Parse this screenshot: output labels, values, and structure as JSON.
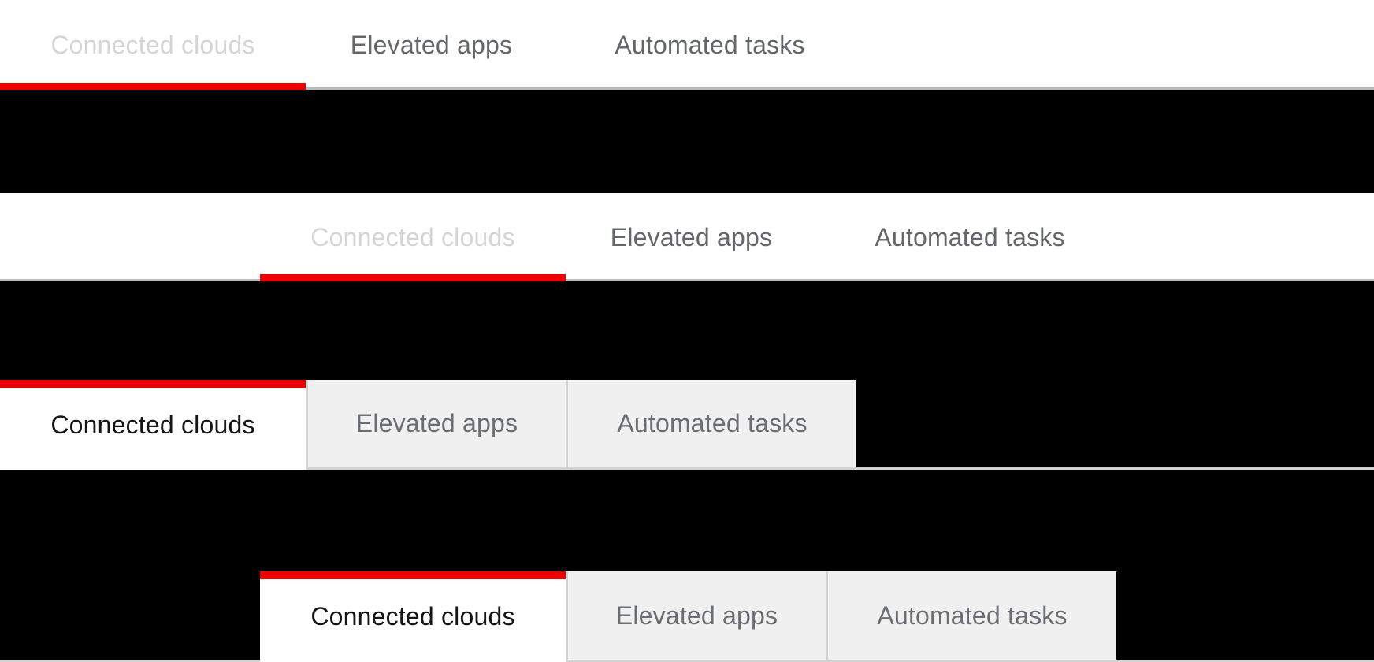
{
  "colors": {
    "page_bg": "#000000",
    "accent_red": "#ee0000",
    "underline_border": "#b8bbbe",
    "box_border": "#d2d2d2",
    "inactive_tab_bg": "#f0f0f0",
    "active_tab_bg": "#ffffff",
    "label_active_faded": "#d5d5d6",
    "label_inactive": "#63676c",
    "label_box_inactive": "#6a6e73",
    "label_active_dark": "#151515"
  },
  "groups": [
    {
      "variant": "underline tabs, flush left",
      "tabs": [
        {
          "label": "Connected clouds",
          "state": "active"
        },
        {
          "label": "Elevated apps",
          "state": "inactive"
        },
        {
          "label": "Automated tasks",
          "state": "inactive"
        }
      ]
    },
    {
      "variant": "underline tabs, inset",
      "tabs": [
        {
          "label": "Connected clouds",
          "state": "active"
        },
        {
          "label": "Elevated apps",
          "state": "inactive"
        },
        {
          "label": "Automated tasks",
          "state": "inactive"
        }
      ]
    },
    {
      "variant": "box tabs, flush left",
      "tabs": [
        {
          "label": "Connected clouds",
          "state": "active"
        },
        {
          "label": "Elevated apps",
          "state": "inactive"
        },
        {
          "label": "Automated tasks",
          "state": "inactive"
        }
      ]
    },
    {
      "variant": "box tabs, inset",
      "tabs": [
        {
          "label": "Connected clouds",
          "state": "active"
        },
        {
          "label": "Elevated apps",
          "state": "inactive"
        },
        {
          "label": "Automated tasks",
          "state": "inactive"
        }
      ]
    }
  ]
}
